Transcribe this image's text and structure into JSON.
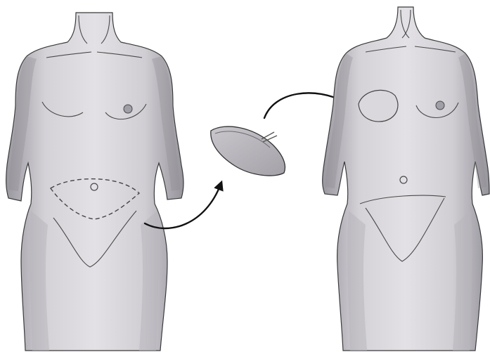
{
  "colors": {
    "background": "#ffffff",
    "skin_light": "#dedce0",
    "skin_mid": "#b9b7bd",
    "skin_dark": "#8f8d94",
    "outline": "#3a3a3a",
    "arrow": "#111111"
  },
  "figures": [
    {
      "id": "before",
      "marking": "dashed-flap-outline-lower-abdomen"
    },
    {
      "id": "flap",
      "shape": "elliptical-tissue-flap-with-vessel-pedicle"
    },
    {
      "id": "after",
      "reconstruction": "right-breast-rebuilt-from-flap"
    }
  ],
  "arrows": [
    {
      "id": "abdomen-to-flap",
      "icon": "curved-arrow-icon"
    },
    {
      "id": "flap-to-breast",
      "icon": "curved-arrow-icon"
    }
  ]
}
